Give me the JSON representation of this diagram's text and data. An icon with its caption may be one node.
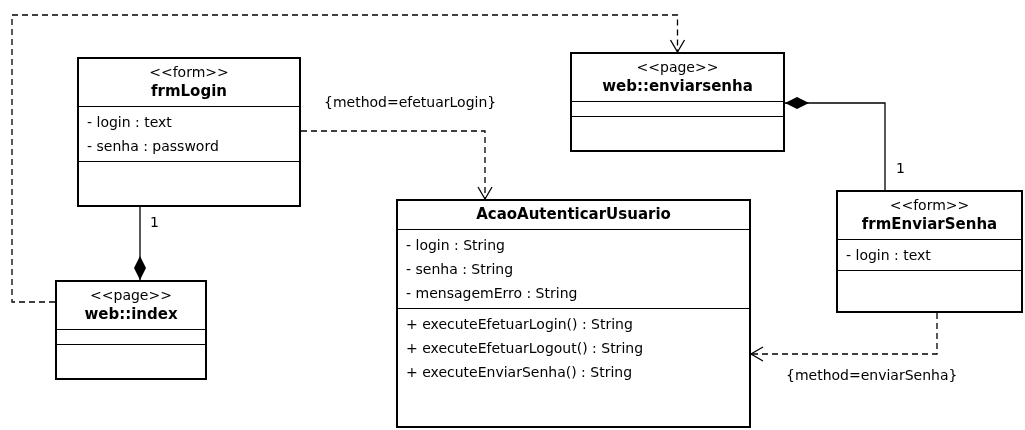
{
  "diagram": {
    "nodes": [
      {
        "text": [
          "<<form>>",
          "frmLogin",
          "- login : text",
          "- senha : password"
        ]
      },
      {
        "text": [
          "<<page>>",
          "web::index"
        ]
      },
      {
        "text": [
          "<<page>>",
          "web::enviarsenha"
        ]
      },
      {
        "text": [
          "AcaoAutenticarUsuario",
          "- login : String",
          "- senha : String",
          "- mensagemErro : String",
          "+ executeEfetuarLogin() : String",
          "+ executeEfetuarLogout() : String",
          "+ executeEnviarSenha() : String"
        ]
      },
      {
        "text": [
          "<<form>>",
          "frmEnviarSenha",
          "- login : text"
        ]
      }
    ],
    "edges": [
      {
        "from": 1,
        "to": 2,
        "arrow": "to",
        "style": "dashed"
      },
      {
        "from": 0,
        "to": 3,
        "arrow": "to",
        "style": "dashed",
        "label": "{method=efetuarLogin}"
      },
      {
        "from": 0,
        "to": 1,
        "arrow": "other",
        "label": "1"
      },
      {
        "from": 4,
        "to": 2,
        "arrow": "other",
        "label": "1"
      },
      {
        "from": 4,
        "to": 3,
        "arrow": "to",
        "style": "dashed",
        "label": "{method=enviarSenha}"
      }
    ]
  }
}
